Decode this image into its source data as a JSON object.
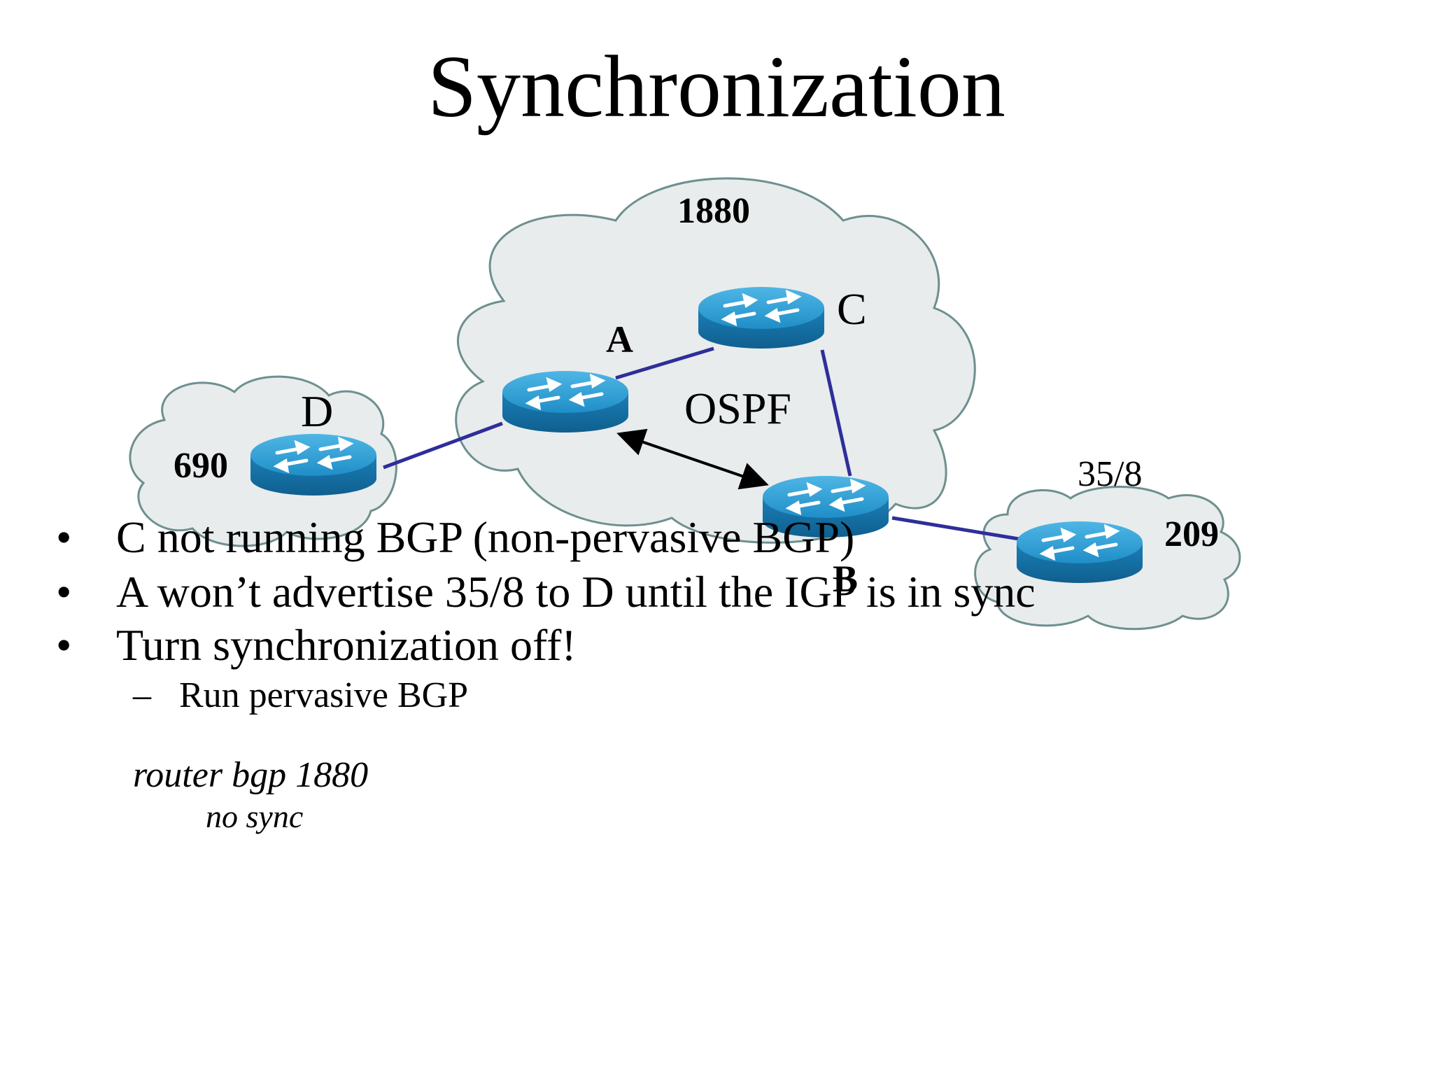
{
  "title": "Synchronization",
  "diagram": {
    "as_labels": {
      "transit": "1880",
      "left": "690",
      "right": "209"
    },
    "routers": {
      "a": "A",
      "b": "B",
      "c": "C",
      "d": "D"
    },
    "igp_label": "OSPF",
    "prefix_label": "35/8",
    "colors": {
      "cloud_fill": "#e8ecec",
      "cloud_stroke": "#6f8f8f",
      "router_blue": "#1b86bf",
      "link": "#2e2e9a"
    }
  },
  "bullets": [
    "C not running BGP (non-pervasive BGP)",
    "A won’t advertise 35/8 to D until the IGP is in sync",
    "Turn synchronization off!"
  ],
  "sub_bullets": [
    "Run pervasive BGP"
  ],
  "code": {
    "line1": "router bgp 1880",
    "line2": "no sync"
  }
}
